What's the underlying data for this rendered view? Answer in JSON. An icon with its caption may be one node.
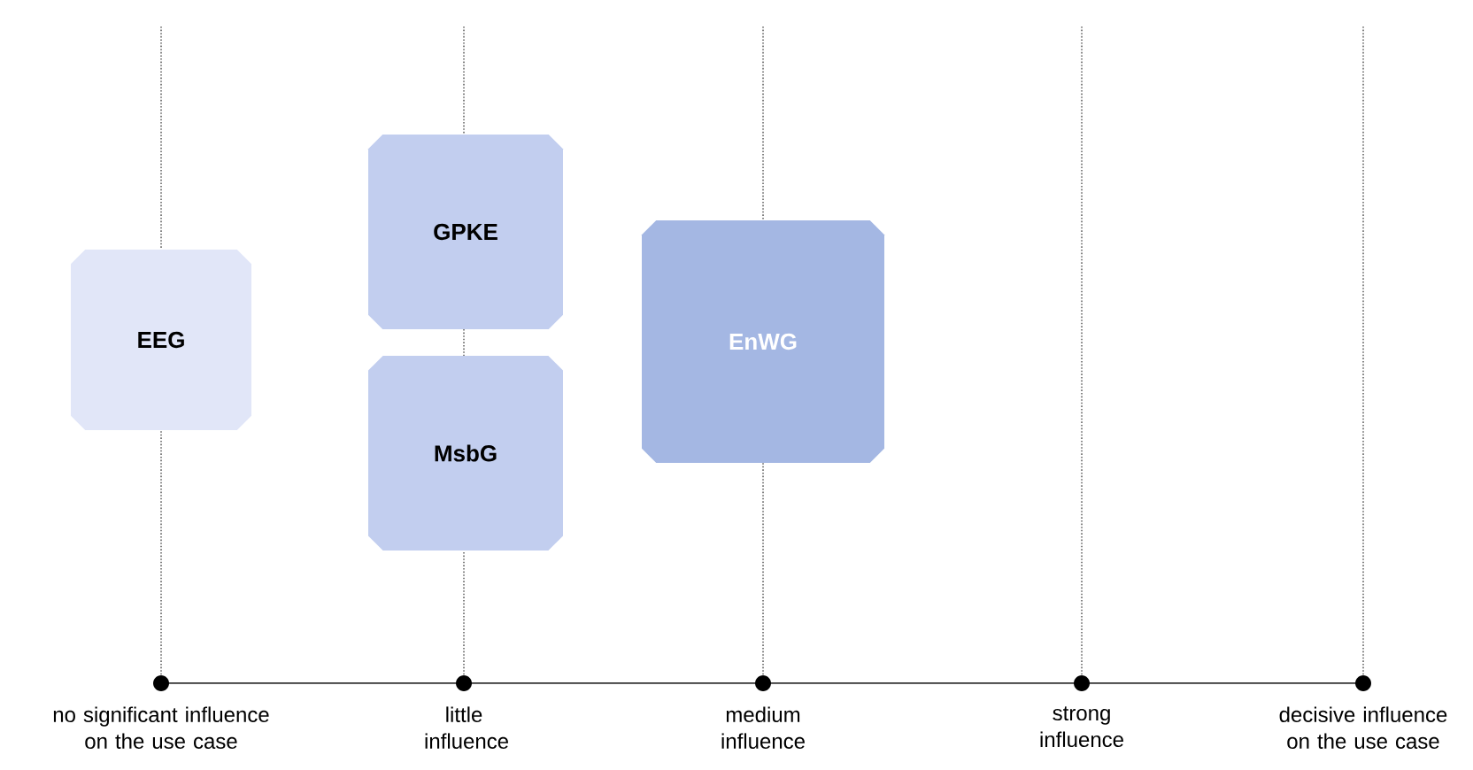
{
  "diagram": {
    "nodes": [
      {
        "text": [
          "EEG"
        ]
      },
      {
        "text": [
          "GPKE"
        ]
      },
      {
        "text": [
          "MsbG"
        ]
      },
      {
        "text": [
          "EnWG"
        ]
      }
    ],
    "labels": [
      "no significant influence on the use case",
      "little influence",
      "medium influence",
      "strong influence",
      "decisive influence on the use case"
    ]
  }
}
